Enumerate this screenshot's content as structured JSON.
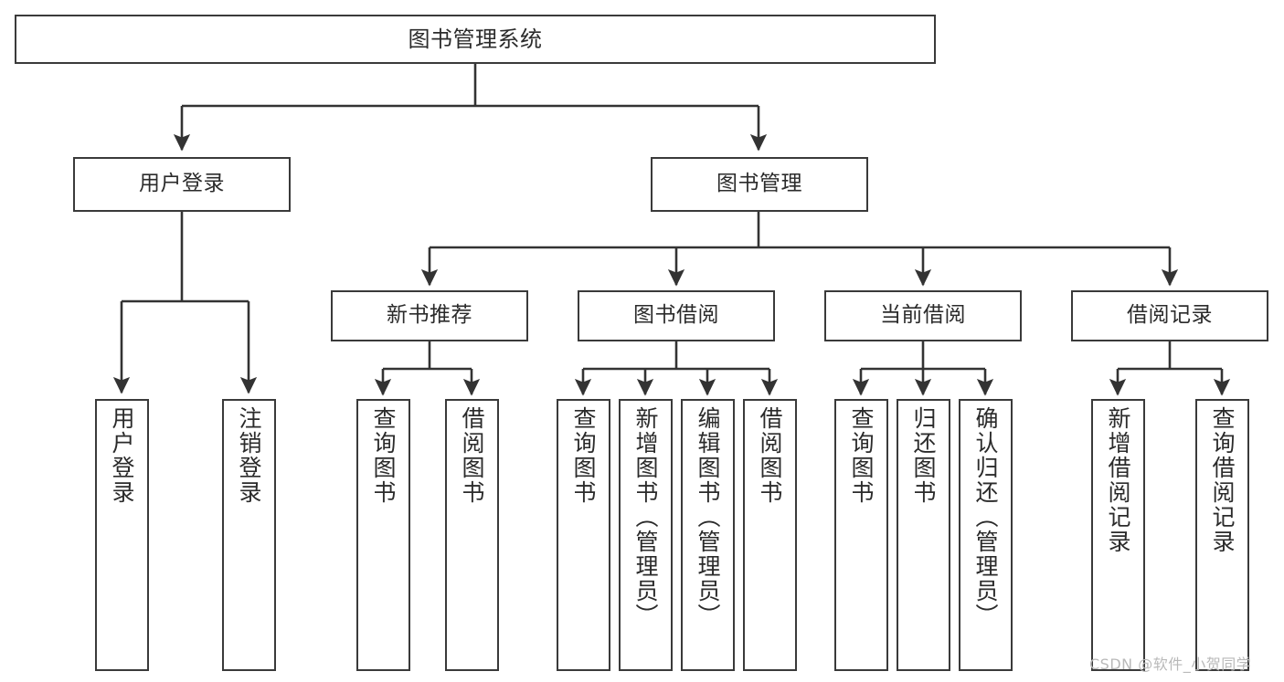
{
  "diagram": {
    "title": "图书管理系统",
    "type": "tree-hierarchy",
    "nodes": {
      "root": {
        "label": "图书管理系统"
      },
      "level1": [
        {
          "id": "user-login",
          "label": "用户登录"
        },
        {
          "id": "book-manage",
          "label": "图书管理"
        }
      ],
      "level2": [
        {
          "id": "new-book-recommend",
          "label": "新书推荐"
        },
        {
          "id": "book-borrow",
          "label": "图书借阅"
        },
        {
          "id": "current-borrow",
          "label": "当前借阅"
        },
        {
          "id": "borrow-record",
          "label": "借阅记录"
        }
      ],
      "leaves": [
        {
          "id": "leaf-user-login",
          "label": "用户登录",
          "parent": "user-login"
        },
        {
          "id": "leaf-logout-login",
          "label": "注销登录",
          "parent": "user-login"
        },
        {
          "id": "leaf-query-book-1",
          "label": "查询图书",
          "parent": "new-book-recommend"
        },
        {
          "id": "leaf-borrow-book-1",
          "label": "借阅图书",
          "parent": "new-book-recommend"
        },
        {
          "id": "leaf-query-book-2",
          "label": "查询图书",
          "parent": "book-borrow"
        },
        {
          "id": "leaf-add-book",
          "label": "新增图书（管理员）",
          "parent": "book-borrow"
        },
        {
          "id": "leaf-edit-book",
          "label": "编辑图书（管理员）",
          "parent": "book-borrow"
        },
        {
          "id": "leaf-borrow-book-2",
          "label": "借阅图书",
          "parent": "book-borrow"
        },
        {
          "id": "leaf-query-book-3",
          "label": "查询图书",
          "parent": "current-borrow"
        },
        {
          "id": "leaf-return-book",
          "label": "归还图书",
          "parent": "current-borrow"
        },
        {
          "id": "leaf-confirm-return",
          "label": "确认归还（管理员）",
          "parent": "current-borrow"
        },
        {
          "id": "leaf-add-record",
          "label": "新增借阅记录",
          "parent": "borrow-record"
        },
        {
          "id": "leaf-query-record",
          "label": "查询借阅记录",
          "parent": "borrow-record"
        }
      ]
    },
    "colors": {
      "border": "#3a3a3a",
      "background": "#ffffff",
      "text": "#2b2b2b",
      "edge": "#333333",
      "watermark": "#b9b9b9"
    }
  },
  "watermark": {
    "text": "CSDN @软件_小贺同学"
  }
}
